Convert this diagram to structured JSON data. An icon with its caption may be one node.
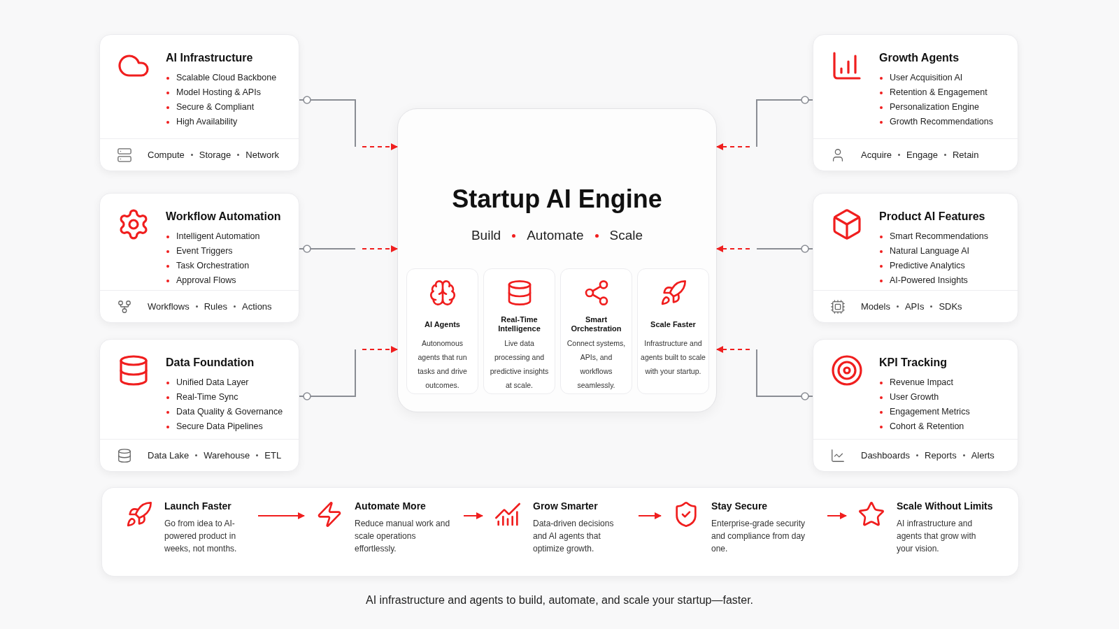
{
  "diagram": {
    "caption": "AI infrastructure and agents to build, automate, and scale your startup—faster.",
    "nodes": [
      {
        "text": [
          "Startup AI Engine",
          "Build",
          "Automate",
          "Scale"
        ]
      },
      {
        "text": [
          "AI Agents",
          "Autonomous agents that run tasks and drive outcomes."
        ],
        "in": 0
      },
      {
        "text": [
          "Real-Time Intelligence",
          "Live data processing and predictive insights at scale."
        ],
        "in": 0
      },
      {
        "text": [
          "Smart Orchestration",
          "Connect systems, APIs, and workflows seamlessly."
        ],
        "in": 0
      },
      {
        "text": [
          "Scale Faster",
          "Infrastructure and agents built to scale with your startup."
        ],
        "in": 0
      },
      {
        "text": [
          "AI Infrastructure",
          "Scalable Cloud Backbone",
          "Model Hosting & APIs",
          "Secure & Compliant",
          "High Availability",
          "Compute",
          "Storage",
          "Network"
        ]
      },
      {
        "text": [
          "Workflow Automation",
          "Intelligent Automation",
          "Event Triggers",
          "Task Orchestration",
          "Approval Flows",
          "Workflows",
          "Rules",
          "Actions"
        ]
      },
      {
        "text": [
          "Data Foundation",
          "Unified Data Layer",
          "Real-Time Sync",
          "Data Quality & Governance",
          "Secure Data Pipelines",
          "Data Lake",
          "Warehouse",
          "ETL"
        ]
      },
      {
        "text": [
          "Growth Agents",
          "User Acquisition AI",
          "Retention & Engagement",
          "Personalization Engine",
          "Growth Recommendations",
          "Acquire",
          "Engage",
          "Retain"
        ]
      },
      {
        "text": [
          "Product AI Features",
          "Smart Recommendations",
          "Natural Language AI",
          "Predictive Analytics",
          "AI-Powered Insights",
          "Models",
          "APIs",
          "SDKs"
        ]
      },
      {
        "text": [
          "KPI Tracking",
          "Revenue Impact",
          "User Growth",
          "Engagement Metrics",
          "Cohort & Retention",
          "Dashboards",
          "Reports",
          "Alerts"
        ]
      },
      {
        "text": [],
        "shape": "box"
      },
      {
        "text": [
          "Launch Faster",
          "Go from idea to AI-powered product in weeks, not months."
        ],
        "in": 11
      },
      {
        "text": [
          "Automate More",
          "Reduce manual work and scale operations effortlessly."
        ],
        "in": 11
      },
      {
        "text": [
          "Grow Smarter",
          "Data-driven decisions and AI agents that optimize growth."
        ],
        "in": 11
      },
      {
        "text": [
          "Stay Secure",
          "Enterprise-grade security and compliance from day one."
        ],
        "in": 11
      },
      {
        "text": [
          "Scale Without Limits",
          "AI infrastructure and agents that grow with your vision."
        ],
        "in": 11
      }
    ],
    "edges": [
      {
        "from": 5,
        "to": 0,
        "arrow": "to",
        "style": "dashed"
      },
      {
        "from": 6,
        "to": 0,
        "arrow": "to",
        "style": "dashed"
      },
      {
        "from": 7,
        "to": 0,
        "arrow": "to",
        "style": "dashed"
      },
      {
        "from": 8,
        "to": 0,
        "arrow": "to",
        "style": "dashed"
      },
      {
        "from": 9,
        "to": 0,
        "arrow": "to",
        "style": "dashed"
      },
      {
        "from": 10,
        "to": 0,
        "arrow": "to",
        "style": "dashed"
      },
      {
        "from": 12,
        "to": 13,
        "arrow": "to"
      },
      {
        "from": 13,
        "to": 14,
        "arrow": "to"
      },
      {
        "from": 14,
        "to": 15,
        "arrow": "to"
      },
      {
        "from": 15,
        "to": 16,
        "arrow": "to"
      }
    ]
  }
}
